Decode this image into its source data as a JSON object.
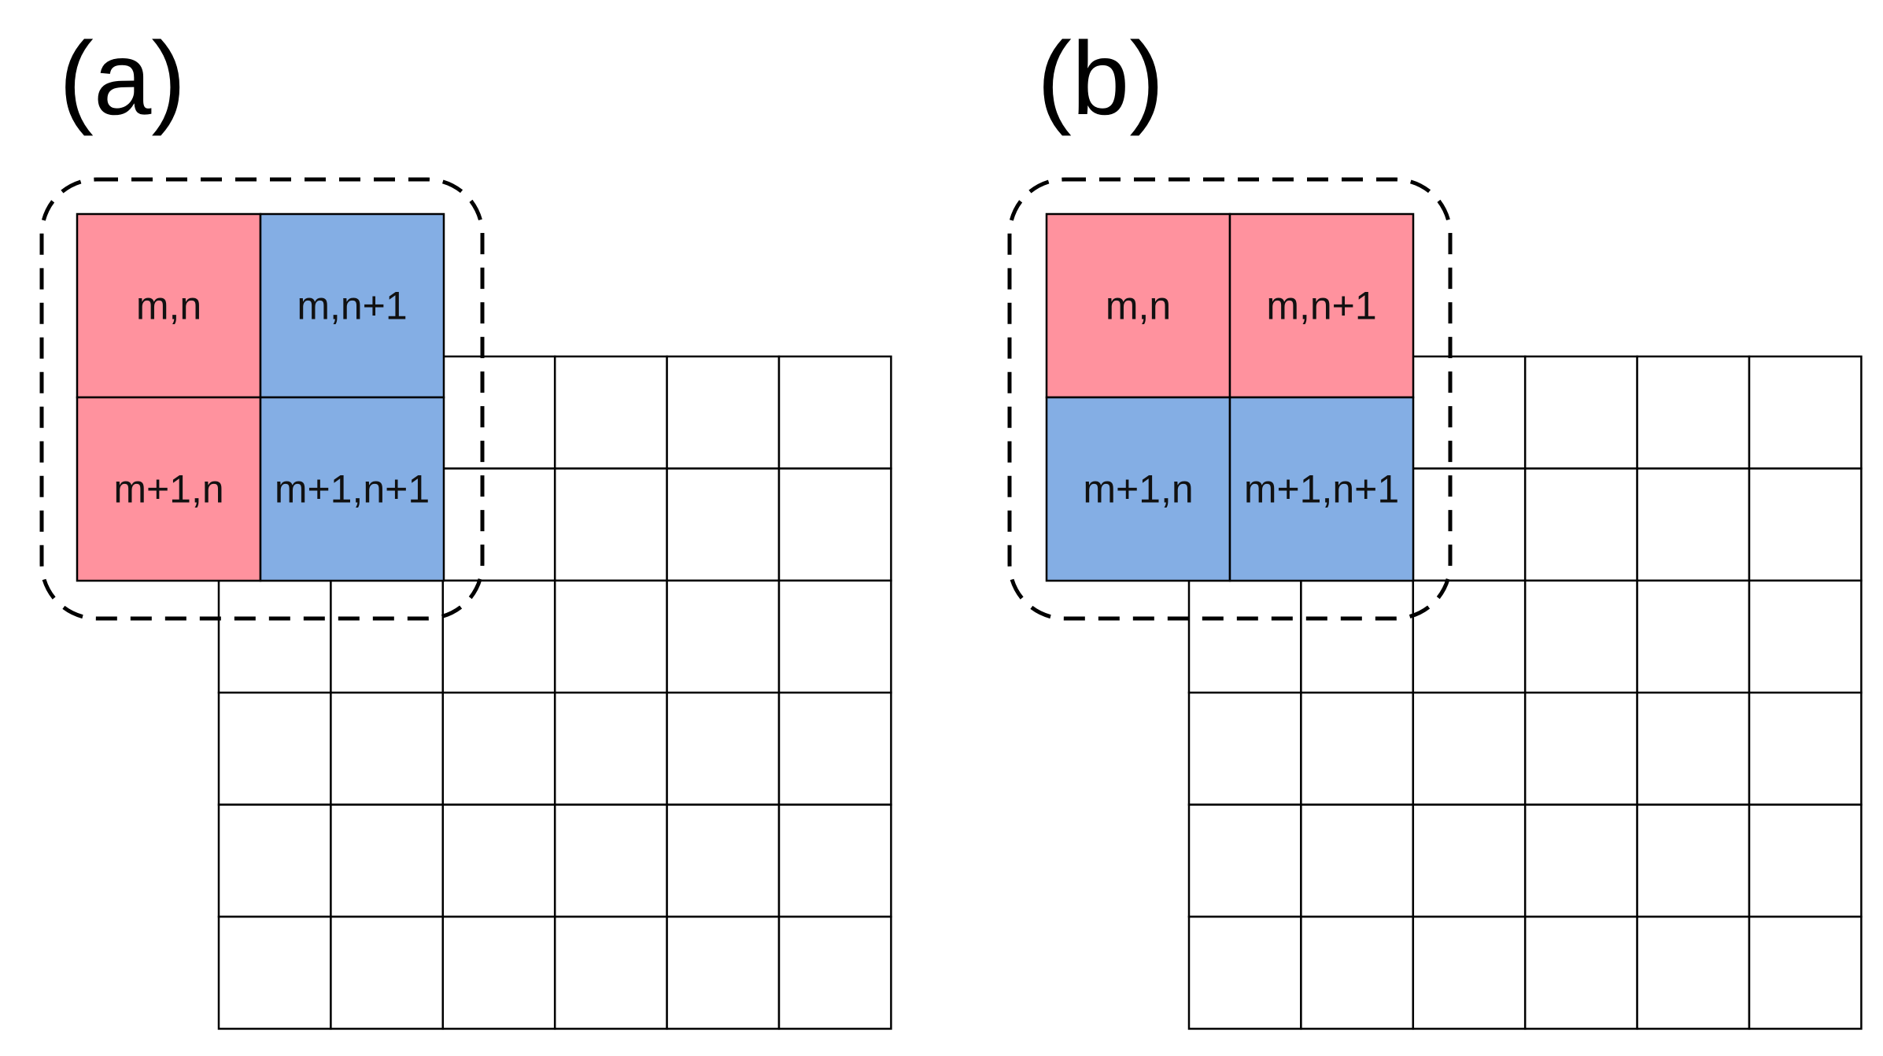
{
  "colors": {
    "red": "#ff929e",
    "blue": "#84aee4",
    "grid_line": "#000000",
    "background": "#ffffff"
  },
  "panels": [
    {
      "label": "(a)",
      "grid": {
        "rows": 6,
        "cols": 6
      },
      "block": [
        {
          "label": "m,n",
          "color": "red"
        },
        {
          "label": "m,n+1",
          "color": "blue"
        },
        {
          "label": "m+1,n",
          "color": "red"
        },
        {
          "label": "m+1,n+1",
          "color": "blue"
        }
      ]
    },
    {
      "label": "(b)",
      "grid": {
        "rows": 6,
        "cols": 6
      },
      "block": [
        {
          "label": "m,n",
          "color": "red"
        },
        {
          "label": "m,n+1",
          "color": "red"
        },
        {
          "label": "m+1,n",
          "color": "blue"
        },
        {
          "label": "m+1,n+1",
          "color": "blue"
        }
      ]
    }
  ]
}
